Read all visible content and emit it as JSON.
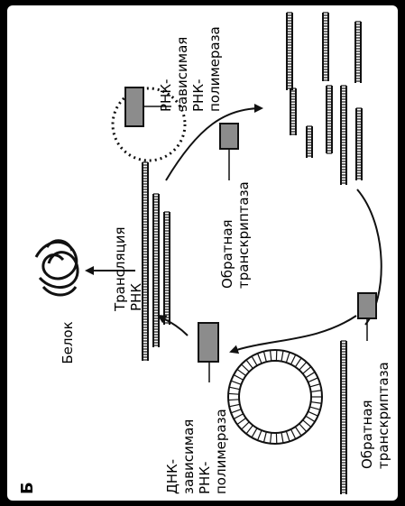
{
  "figure": {
    "panel_letter": "Б",
    "labels": {
      "protein": "Белок",
      "translation": "Трансляция",
      "rna": "РНК",
      "dna_dep_rna_pol": [
        "ДНК-",
        "зависимая",
        "РНК-",
        "полимераза"
      ],
      "rna_dep_rna_pol": [
        "РНК-",
        "зависимая",
        "РНК-",
        "полимераза"
      ],
      "reverse_transcriptase_upper": [
        "Обратная",
        "транскриптаза"
      ],
      "reverse_transcriptase_lower": [
        "Обратная",
        "транскриптаза"
      ]
    }
  },
  "colors": {
    "background": "#000000",
    "panel": "#ffffff",
    "enzyme_box": "#8c8c8c",
    "ink": "#111111"
  }
}
